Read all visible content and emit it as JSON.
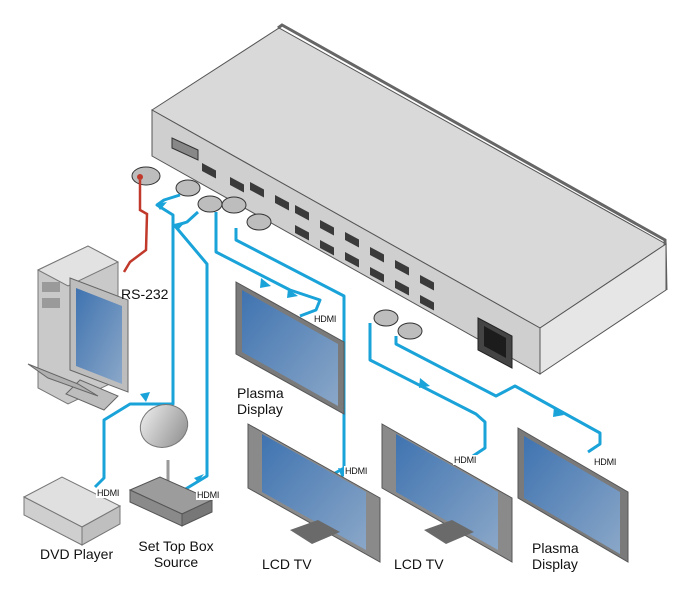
{
  "diagram": {
    "title": "HDMI Matrix Switcher Connection Diagram",
    "colors": {
      "hdmi_cable": "#1aa3d9",
      "rs232_cable": "#c0392b",
      "device_body": "#d6d6d6",
      "device_edge": "#4a4a4a",
      "screen": "#5b86b8",
      "background": "#ffffff"
    },
    "devices": {
      "switcher": {
        "name": "HDMI Matrix Switcher",
        "icon": "matrix-switcher-icon"
      },
      "pc": {
        "name": "PC",
        "icon": "desktop-computer-icon"
      },
      "dvd": {
        "name": "DVD Player",
        "icon": "dvd-player-icon"
      },
      "stb": {
        "name": "Set Top Box Source",
        "icon": "set-top-box-icon"
      },
      "plasma1": {
        "name": "Plasma Display",
        "icon": "plasma-display-icon"
      },
      "lcd1": {
        "name": "LCD TV",
        "icon": "lcd-tv-icon"
      },
      "lcd2": {
        "name": "LCD TV",
        "icon": "lcd-tv-icon"
      },
      "plasma2": {
        "name": "Plasma Display",
        "icon": "plasma-display-icon"
      }
    },
    "labels": {
      "rs232": "RS-232",
      "dvd_line1": "DVD Player",
      "stb_line1": "Set Top Box",
      "stb_line2": "Source",
      "plasma1_line1": "Plasma",
      "plasma1_line2": "Display",
      "lcd1": "LCD TV",
      "lcd2": "LCD TV",
      "plasma2_line1": "Plasma",
      "plasma2_line2": "Display"
    },
    "connections": [
      {
        "from": "pc",
        "to": "switcher",
        "type": "RS-232"
      },
      {
        "from": "dvd",
        "to": "switcher",
        "type": "HDMI",
        "label": "HDMI"
      },
      {
        "from": "stb",
        "to": "switcher",
        "type": "HDMI",
        "label": "HDMI"
      },
      {
        "from": "switcher",
        "to": "plasma1",
        "type": "HDMI",
        "label": "HDMI"
      },
      {
        "from": "switcher",
        "to": "lcd1",
        "type": "HDMI",
        "label": "HDMI"
      },
      {
        "from": "switcher",
        "to": "lcd2",
        "type": "HDMI",
        "label": "HDMI"
      },
      {
        "from": "switcher",
        "to": "plasma2",
        "type": "HDMI",
        "label": "HDMI"
      }
    ]
  }
}
